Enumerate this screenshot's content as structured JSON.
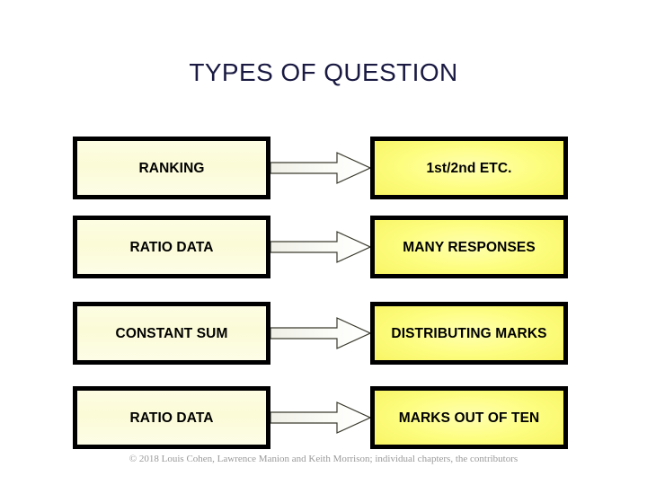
{
  "slide": {
    "title": "TYPES OF QUESTION",
    "background_color": "#FFFFFF",
    "title_color": "#191942",
    "footer": "© 2018 Louis Cohen, Lawrence Manion and Keith Morrison; individual chapters, the contributors",
    "footer_color": "#9A9A9A"
  },
  "diagram": {
    "type": "flow-pairs",
    "left_fill": "#FBFBD7",
    "right_fill": "#FDFD7E",
    "border_color": "#000000",
    "arrow_fill": "#F2F2EC",
    "arrow_stroke": "#3A3A2E",
    "rows": [
      {
        "source": "RANKING",
        "arrow": "right-arrow-icon",
        "target": "1st/2nd ETC."
      },
      {
        "source": "RATIO DATA",
        "arrow": "right-arrow-icon",
        "target": "MANY RESPONSES"
      },
      {
        "source": "CONSTANT SUM",
        "arrow": "right-arrow-icon",
        "target": "DISTRIBUTING MARKS"
      },
      {
        "source": "RATIO DATA",
        "arrow": "right-arrow-icon",
        "target": "MARKS OUT OF TEN"
      }
    ]
  }
}
